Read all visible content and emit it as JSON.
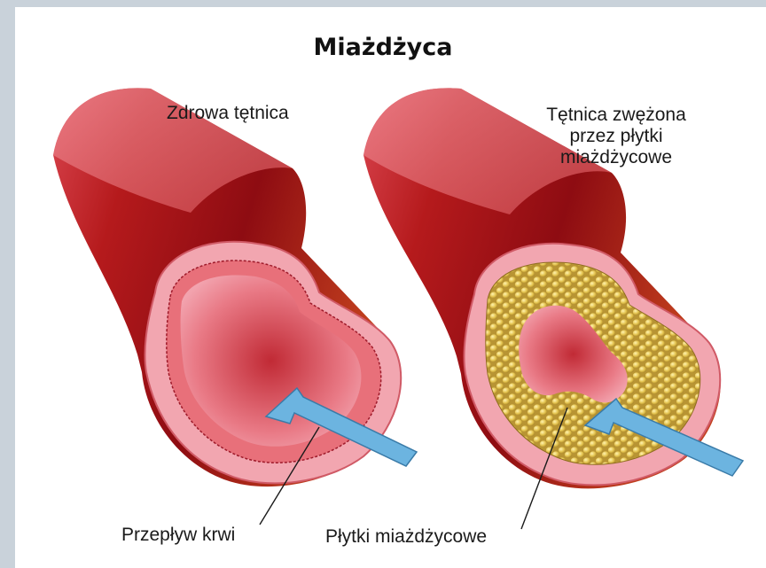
{
  "title": "Miażdżyca",
  "labels": {
    "healthy_artery": "Zdrowa tętnica",
    "narrowed_artery": "Tętnica zwężona przez płytki miażdżycowe",
    "blood_flow": "Przepływ krwi",
    "plaques": "Płytki miażdżycowe"
  },
  "colors": {
    "artery_wall": "#b51a1c",
    "artery_highlight": "#e8707a",
    "artery_inner": "#f7b3bd",
    "plaque": "#e3c24d",
    "arrow": "#6cb4e0",
    "background": "#c9d2da"
  }
}
